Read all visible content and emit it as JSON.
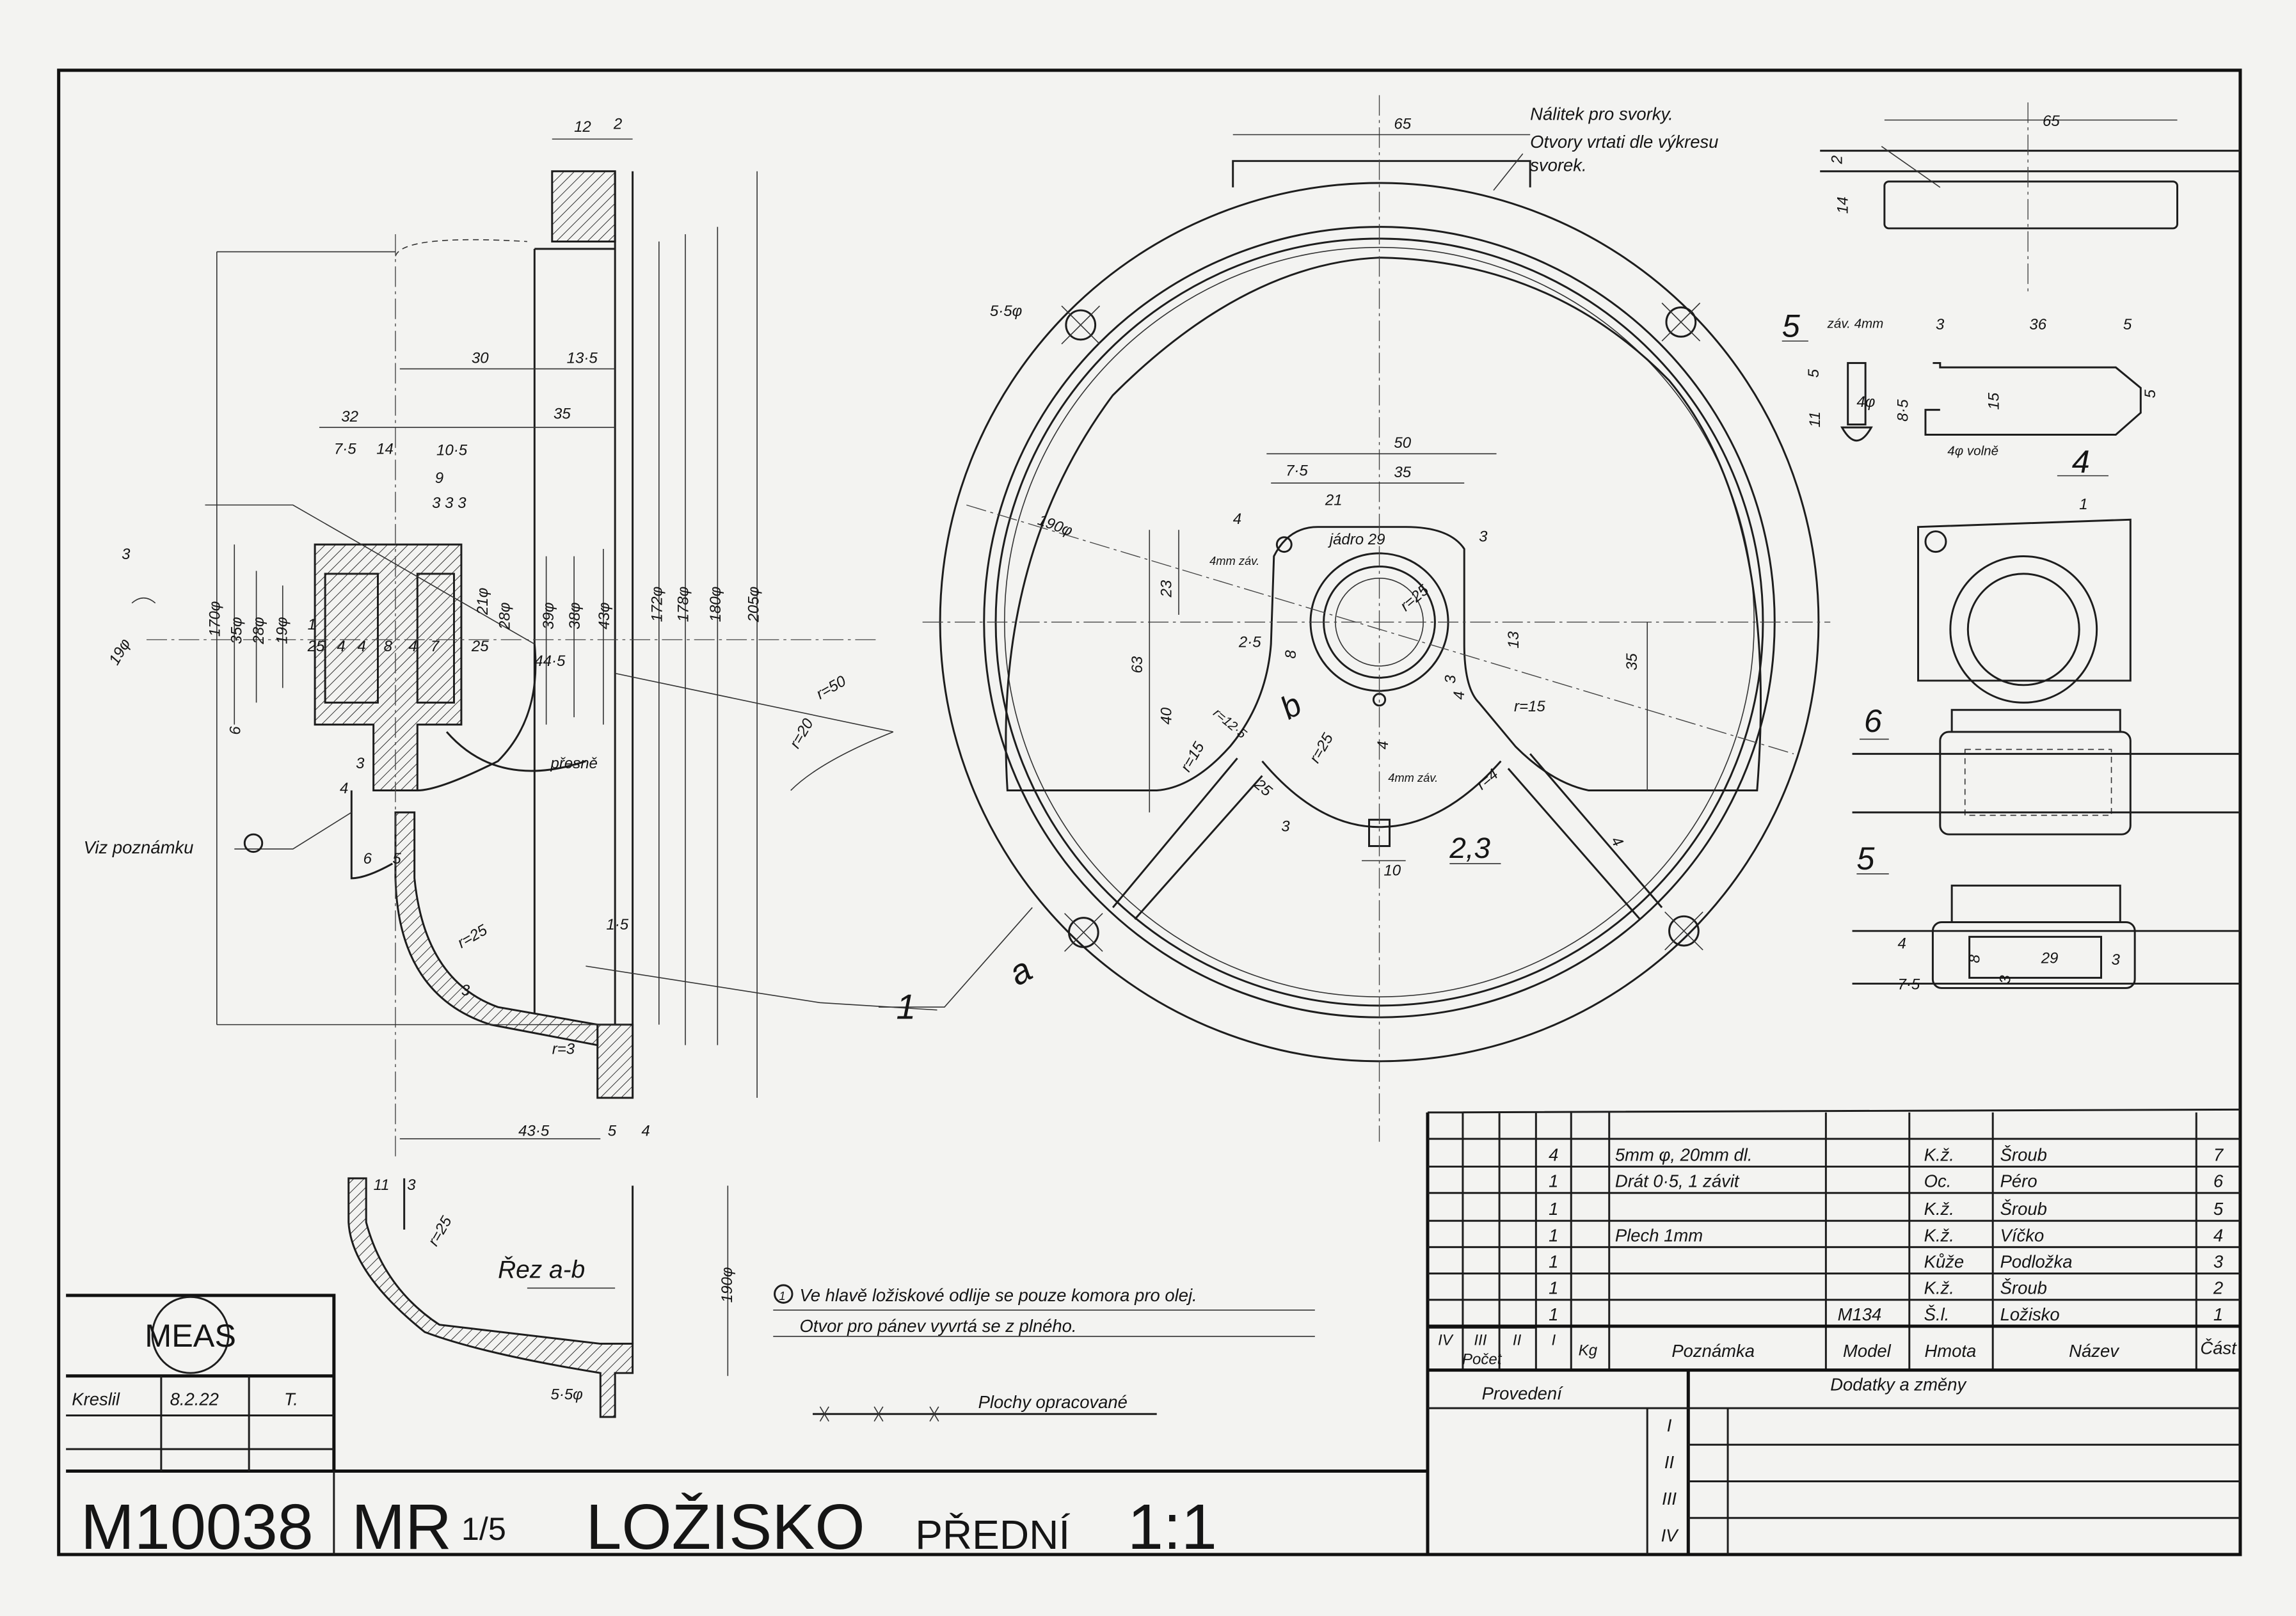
{
  "title_block": {
    "logo": "MEAS",
    "drawn_label": "Kreslil",
    "drawn_date": "8.2.22",
    "drawn_initial": "T.",
    "drawing_number": "M10038",
    "title_prefix": "MR",
    "title_fraction": "1/5",
    "title_main": "LOŽISKO",
    "title_sub": "PŘEDNÍ",
    "scale": "1:1"
  },
  "notes": {
    "note_marker": "1",
    "note_1": "Ve hlavě ložiskové odlije se pouze komora pro olej.",
    "note_2": "Otvor pro pánev vyvrtá se z plného.",
    "machined_surfaces": "Plochy opracované",
    "see_note": "Viz poznámku",
    "clamp_boss_1": "Nálitek pro svorky.",
    "clamp_boss_2": "Otvory vrtati dle výkresu",
    "clamp_boss_3": "svorek.",
    "section_label": "Řez a-b"
  },
  "parts_list": {
    "headers": {
      "qty_cols": [
        "IV",
        "III",
        "II",
        "I"
      ],
      "count": "Počet",
      "kg": "Kg",
      "note": "Poznámka",
      "model": "Model",
      "material": "Hmota",
      "name": "Název",
      "part": "Část"
    },
    "rows": [
      {
        "count": "4",
        "note": "5mm φ, 20mm dl.",
        "model": "",
        "material": "K.ž.",
        "name": "Šroub",
        "part": "7"
      },
      {
        "count": "1",
        "note": "Drát 0·5, 1 závit",
        "model": "",
        "material": "Oc.",
        "name": "Péro",
        "part": "6"
      },
      {
        "count": "1",
        "note": "",
        "model": "",
        "material": "K.ž.",
        "name": "Šroub",
        "part": "5"
      },
      {
        "count": "1",
        "note": "Plech 1mm",
        "model": "",
        "material": "K.ž.",
        "name": "Víčko",
        "part": "4"
      },
      {
        "count": "1",
        "note": "",
        "model": "",
        "material": "Kůže",
        "name": "Podložka",
        "part": "3"
      },
      {
        "count": "1",
        "note": "",
        "model": "",
        "material": "K.ž.",
        "name": "Šroub",
        "part": "2"
      },
      {
        "count": "1",
        "note": "",
        "model": "M134",
        "material": "Š.l.",
        "name": "Ložisko",
        "part": "1"
      }
    ]
  },
  "revisions": {
    "execution_label": "Provedení",
    "changes_label": "Dodatky a změny",
    "rows": [
      "I",
      "II",
      "III",
      "IV"
    ]
  },
  "side_view": {
    "labels": [
      "12",
      "2",
      "30",
      "13·5",
      "32",
      "35",
      "7·5",
      "14",
      "10·5",
      "9",
      "3 3 3",
      "3",
      "170φ",
      "35φ",
      "28φ",
      "19φ",
      "1",
      "25",
      "4",
      "4",
      "8",
      "4",
      "7",
      "25",
      "19φ",
      "44·5",
      "39φ",
      "38φ",
      "43φ",
      "21φ",
      "28φ",
      "172φ",
      "178φ",
      "180φ",
      "205φ",
      "6",
      "3",
      "4",
      "6",
      "5",
      "1·5",
      "r=25",
      "3",
      "r=3",
      "43·5",
      "5",
      "4",
      "r=50",
      "r=20",
      "přesně"
    ]
  },
  "section_view": {
    "labels": [
      "11",
      "3",
      "r=25",
      "190φ",
      "5·5φ"
    ]
  },
  "front_view": {
    "labels": [
      "65",
      "5·5φ",
      "190φ",
      "50",
      "7·5",
      "35",
      "21",
      "4",
      "jádro 29",
      "3",
      "4mm záv.",
      "23",
      "r=25",
      "2·5",
      "8",
      "13",
      "35",
      "63",
      "40",
      "r=12·5",
      "3",
      "4",
      "r=15",
      "r=15",
      "r=25",
      "25",
      "r=4",
      "4",
      "4mm záv.",
      "3",
      "10",
      "2,3",
      "4",
      "a",
      "b",
      "1"
    ]
  },
  "detail_views": {
    "labels": [
      "65",
      "2",
      "14",
      "5",
      "záv. 4mm",
      "3",
      "36",
      "5",
      "5",
      "4φ",
      "8·5",
      "15",
      "5",
      "11",
      "4φ volně",
      "4",
      "1",
      "6",
      "5",
      "4",
      "8",
      "29",
      "3",
      "7·5",
      "3"
    ]
  }
}
